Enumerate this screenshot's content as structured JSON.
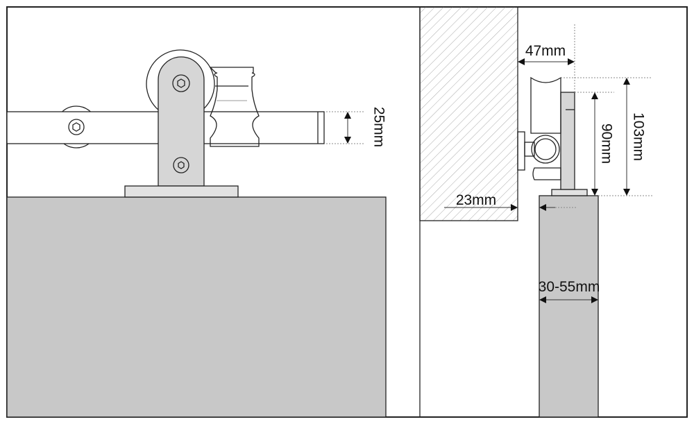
{
  "dimensions": {
    "rail_height": "25mm",
    "wall_clearance": "47mm",
    "hanger_height": "90mm",
    "total_height": "103mm",
    "door_to_wall_gap": "23mm",
    "door_thickness": "30-55mm"
  },
  "colors": {
    "door": "#c8c8c8",
    "hardware": "#e2e2e2",
    "line": "#222222"
  }
}
